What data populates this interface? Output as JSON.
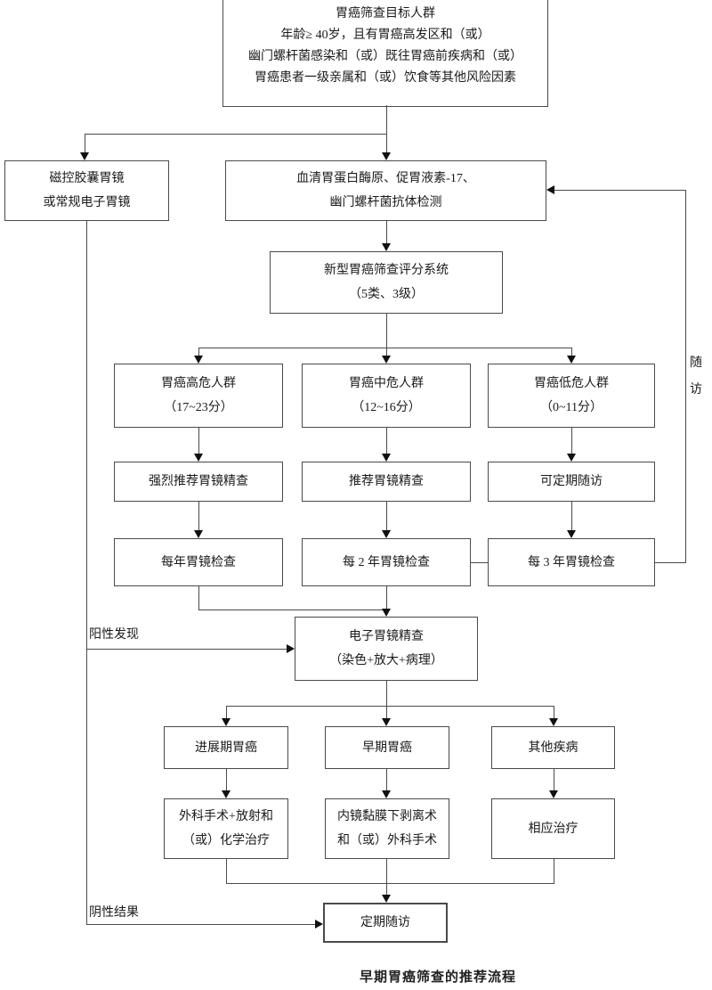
{
  "diagram": {
    "caption": "早期胃癌筛查的推荐流程",
    "nodes": {
      "target": {
        "l1": "胃癌筛查目标人群",
        "l2": "年龄≥ 40岁，且有胃癌高发区和（或）",
        "l3": "幽门螺杆菌感染和（或）既往胃癌前疾病和（或）",
        "l4": "胃癌患者一级亲属和（或）饮食等其他风险因素"
      },
      "capsule": {
        "l1": "磁控胶囊胃镜",
        "l2": "或常规电子胃镜"
      },
      "serum": {
        "l1": "血清胃蛋白酶原、促胃液素-17、",
        "l2": "幽门螺杆菌抗体检测"
      },
      "score": {
        "l1": "新型胃癌筛查评分系统",
        "l2": "（5类、3级）"
      },
      "high": {
        "l1": "胃癌高危人群",
        "l2": "（17~23分）"
      },
      "mid": {
        "l1": "胃癌中危人群",
        "l2": "（12~16分）"
      },
      "low": {
        "l1": "胃癌低危人群",
        "l2": "（0~11分）"
      },
      "rec_high": {
        "l1": "强烈推荐胃镜精查"
      },
      "rec_mid": {
        "l1": "推荐胃镜精查"
      },
      "rec_low": {
        "l1": "可定期随访"
      },
      "check1": {
        "l1": "每年胃镜检查"
      },
      "check2": {
        "l1": "每 2 年胃镜检查"
      },
      "check3": {
        "l1": "每 3 年胃镜检查"
      },
      "endoscopy": {
        "l1": "电子胃镜精查",
        "l2": "（染色+放大+病理）"
      },
      "advanced": {
        "l1": "进展期胃癌"
      },
      "early": {
        "l1": "早期胃癌"
      },
      "other": {
        "l1": "其他疾病"
      },
      "surgery": {
        "l1": "外科手术+放射和",
        "l2": "（或）化学治疗"
      },
      "esd": {
        "l1": "内镜黏膜下剥离术",
        "l2": "和（或）外科手术"
      },
      "treatment": {
        "l1": "相应治疗"
      },
      "followup": {
        "l1": "定期随访"
      }
    },
    "labels": {
      "positive": "阳性发现",
      "negative": "阴性结果",
      "suifang": "随访"
    }
  }
}
